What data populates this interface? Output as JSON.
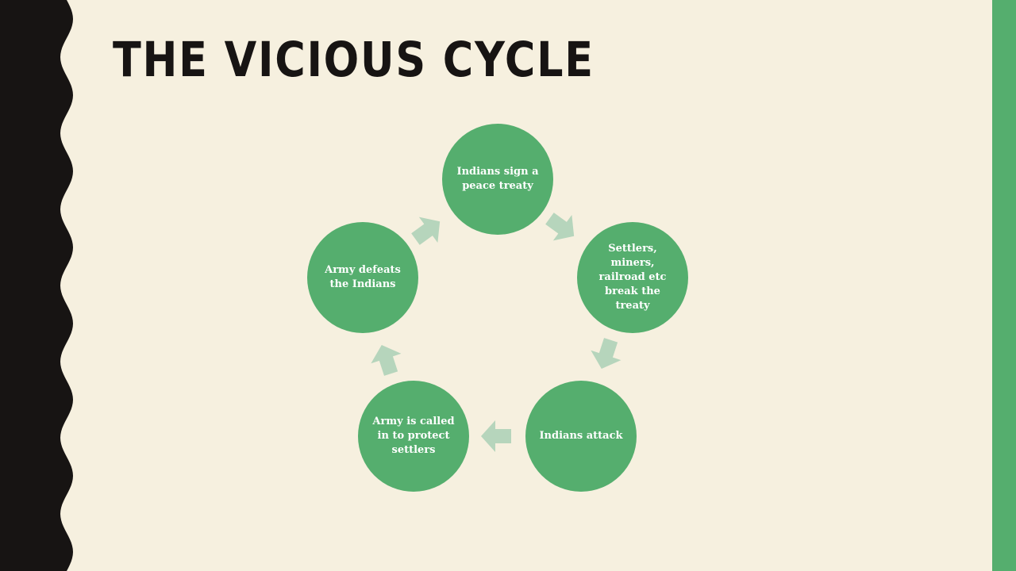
{
  "title": "THE VICIOUS CYCLE",
  "colors": {
    "background": "#f6f0df",
    "dark_band": "#171413",
    "accent_green": "#55ae6e",
    "arrow_green": "#b6d5bc",
    "node_text": "#ffffff"
  },
  "cycle": {
    "nodes": [
      {
        "label": "Indians sign a peace treaty"
      },
      {
        "label": "Settlers, miners, railroad etc break the treaty"
      },
      {
        "label": "Indians attack"
      },
      {
        "label": "Army is called in to protect settlers"
      },
      {
        "label": "Army defeats the Indians"
      }
    ],
    "arrow_icon": "arrow-right-icon"
  }
}
